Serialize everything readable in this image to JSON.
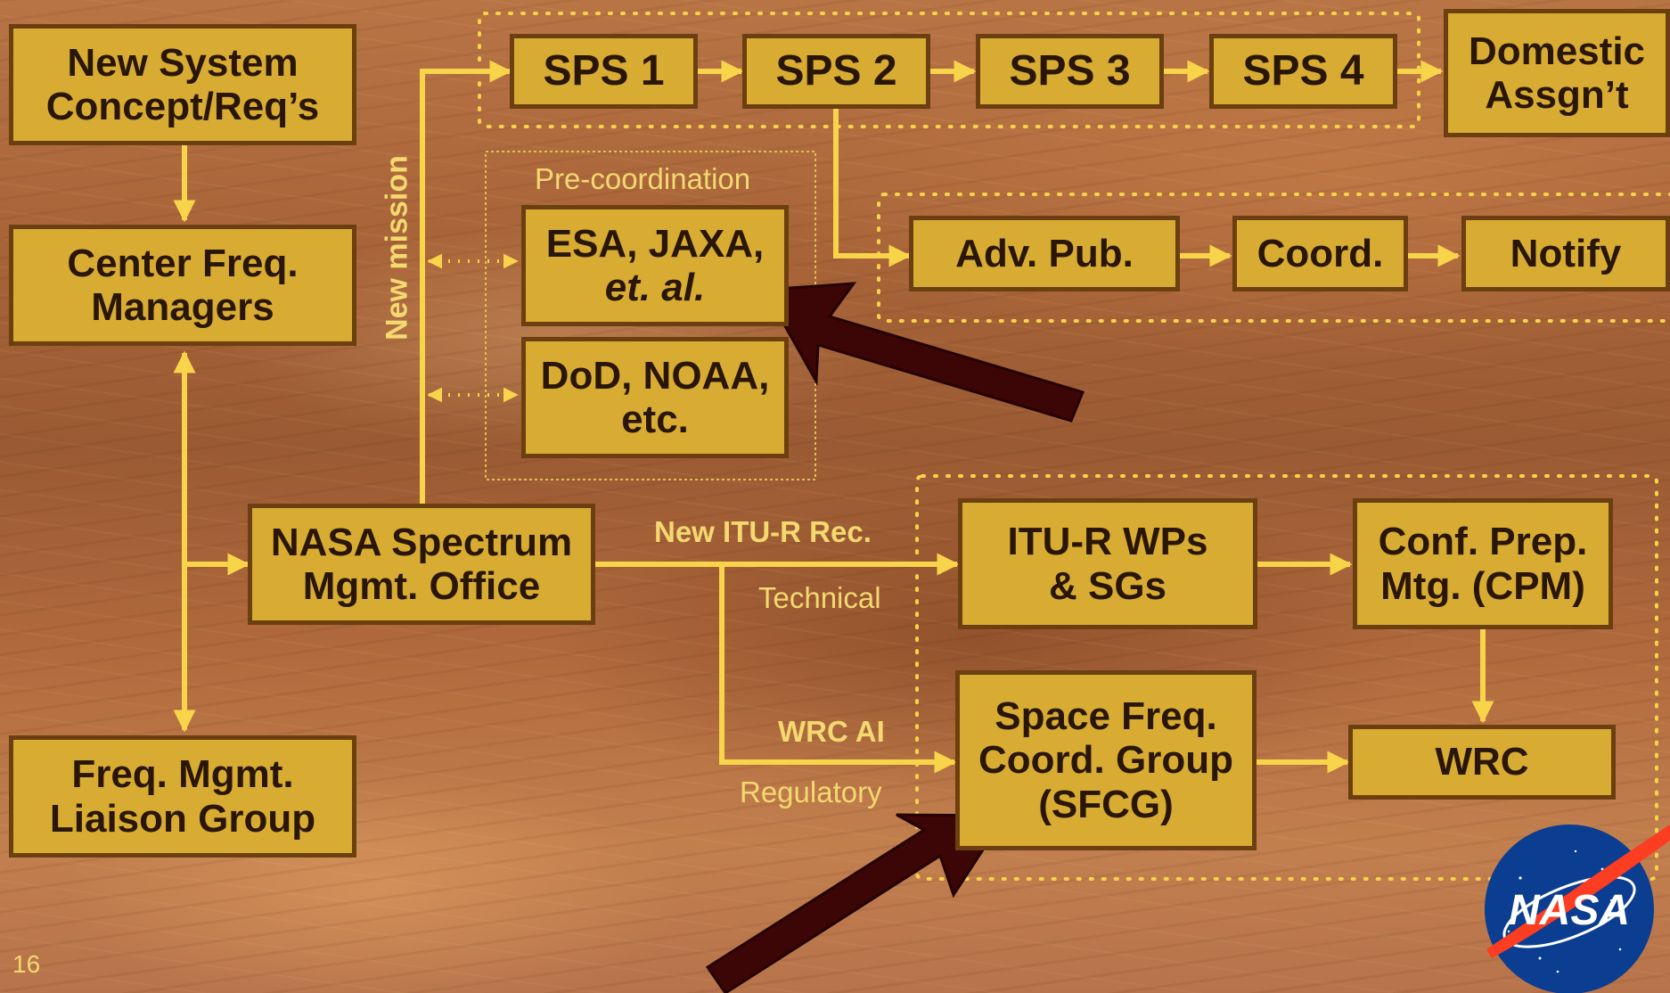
{
  "boxes": {
    "new_system": [
      "New System",
      "Concept/Req’s"
    ],
    "center_freq": [
      "Center Freq.",
      "Managers"
    ],
    "liaison": [
      "Freq. Mgmt.",
      "Liaison Group"
    ],
    "nasa_office": [
      "NASA Spectrum",
      "Mgmt. Office"
    ],
    "sps1": "SPS 1",
    "sps2": "SPS 2",
    "sps3": "SPS 3",
    "sps4": "SPS 4",
    "domestic": [
      "Domestic",
      "Assgn’t"
    ],
    "esa": [
      "ESA, JAXA,",
      "et. al."
    ],
    "dod": [
      "DoD, NOAA,",
      "etc."
    ],
    "adv_pub": "Adv. Pub.",
    "coord": "Coord.",
    "notify": "Notify",
    "itu_wps": [
      "ITU-R WPs",
      "& SGs"
    ],
    "cpm": [
      "Conf. Prep.",
      "Mtg. (CPM)"
    ],
    "sfcg": [
      "Space Freq.",
      "Coord. Group",
      "(SFCG)"
    ],
    "wrc": "WRC"
  },
  "labels": {
    "new_mission": "New mission",
    "pre_coordination": "Pre-coordination",
    "new_itu_rec": "New ITU-R Rec.",
    "technical": "Technical",
    "wrc_ai": "WRC AI",
    "regulatory": "Regulatory"
  },
  "slide_number": "16",
  "logo": {
    "text": "NASA"
  },
  "colors": {
    "box_fill": "#d8ac32",
    "box_border": "#6b3f10",
    "connector": "#f7d44a",
    "highlight_arrow": "#3d0606",
    "label_text": "#f4d870"
  }
}
